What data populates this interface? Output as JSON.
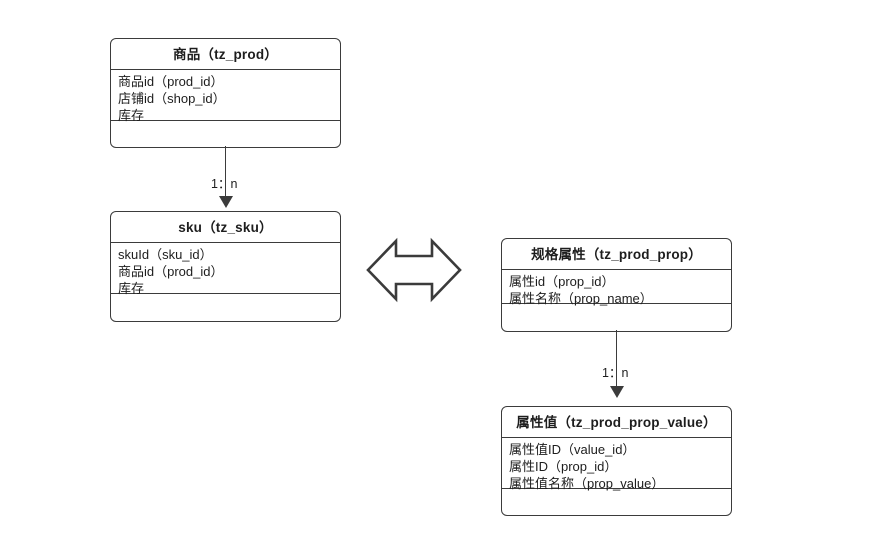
{
  "diagram": {
    "title": "商品规格 ER 图",
    "background_color": "#ffffff",
    "line_color": "#3b3b3b",
    "text_color": "#1d1d1d"
  },
  "entities": [
    {
      "id": "tz_prod",
      "title": "商品（tz_prod）",
      "title_cn": "商品",
      "title_table": "tz_prod",
      "attributes": [
        "商品id（prod_id）",
        "店铺id（shop_id）",
        "库存"
      ],
      "footer": ""
    },
    {
      "id": "tz_sku",
      "title": "sku（tz_sku）",
      "title_cn": "sku",
      "title_table": "tz_sku",
      "attributes": [
        "skuId（sku_id）",
        "商品id（prod_id）",
        "库存"
      ],
      "footer": ""
    },
    {
      "id": "tz_prod_prop",
      "title": "规格属性（tz_prod_prop）",
      "title_cn": "规格属性",
      "title_table": "tz_prod_prop",
      "attributes": [
        "属性id（prop_id）",
        "属性名称（prop_name）"
      ],
      "footer": ""
    },
    {
      "id": "tz_prod_prop_value",
      "title": "属性值（tz_prod_prop_value）",
      "title_cn": "属性值",
      "title_table": "tz_prod_prop_value",
      "attributes": [
        "属性值ID（value_id）",
        "属性ID（prop_id）",
        "属性值名称（prop_value）"
      ],
      "footer": ""
    }
  ],
  "relationships": [
    {
      "id": "prod-to-sku",
      "from": "tz_prod",
      "to": "tz_sku",
      "label": "1：n",
      "style": "vertical-arrow-down"
    },
    {
      "id": "prop-to-propvalue",
      "from": "tz_prod_prop",
      "to": "tz_prod_prop_value",
      "label": "1：n",
      "style": "vertical-arrow-down"
    },
    {
      "id": "sku-to-prop",
      "from": "tz_sku",
      "to": "tz_prod_prop",
      "label": "",
      "style": "double-headed-block-arrow"
    }
  ]
}
